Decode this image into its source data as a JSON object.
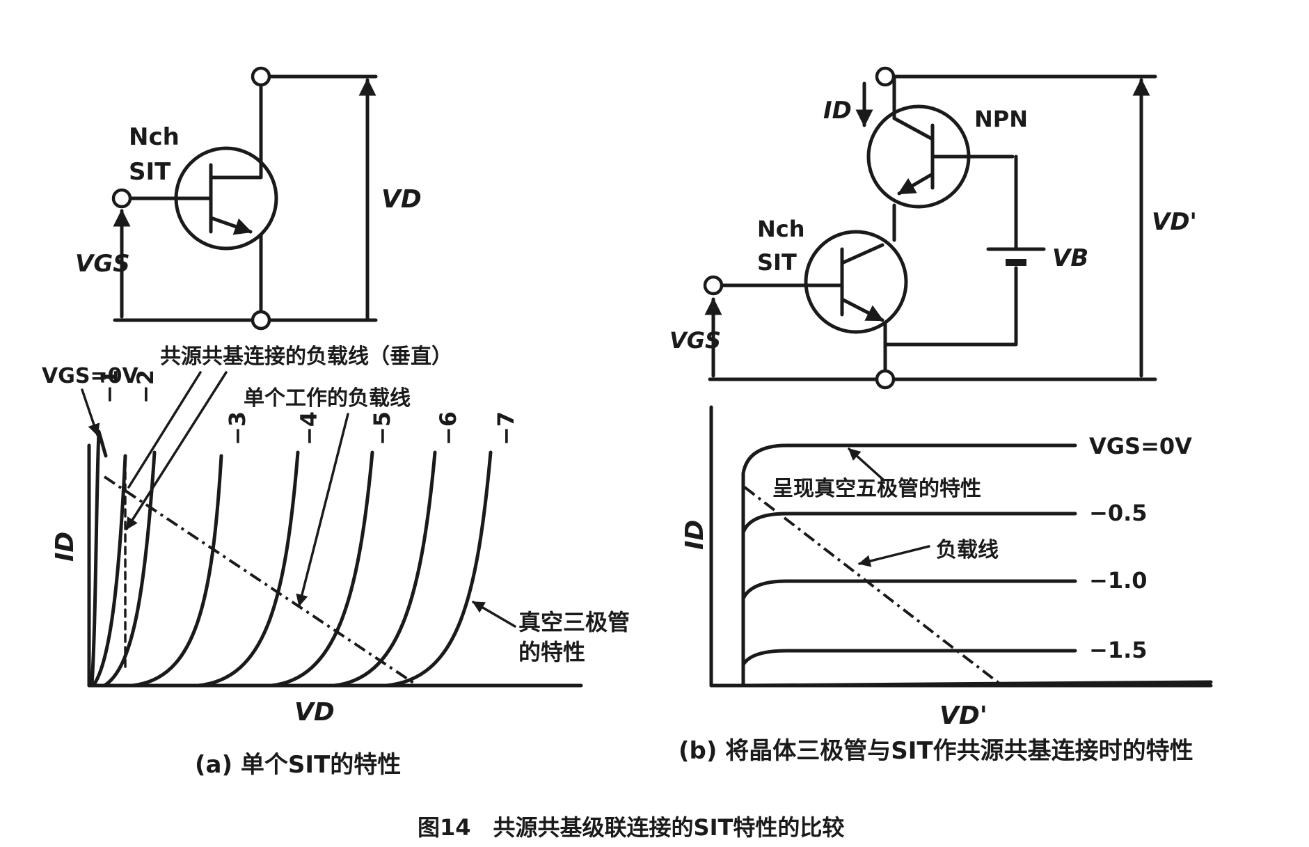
{
  "figure_caption": "图14　共源共基级联连接的SIT特性的比较",
  "panel_a": {
    "caption": "(a) 单个SIT的特性",
    "device_line1": "Nch",
    "device_line2": "SIT",
    "vgs_label": "VGS",
    "vd_label": "VD",
    "id_label": "ID",
    "vgs0_label": "VGS=0V",
    "curve_labels": [
      "−1",
      "−2",
      "−3",
      "−4",
      "−5",
      "−6",
      "−7"
    ],
    "annotations": {
      "cascode_load_line": "共源共基连接的负载线（垂直）",
      "single_load_line": "单个工作的负载线",
      "triode_line1": "真空三极管",
      "triode_line2": "的特性"
    }
  },
  "panel_b": {
    "caption": "(b) 将晶体三极管与SIT作共源共基连接时的特性",
    "id_label": "ID",
    "npn_label": "NPN",
    "device_line1": "Nch",
    "device_line2": "SIT",
    "vb_label": "VB",
    "vd_label": "VD'",
    "vgs_label": "VGS",
    "vgs0_label": "VGS=0V",
    "curve_labels": [
      "−0.5",
      "−1.0",
      "−1.5"
    ],
    "annotations": {
      "pentode": "呈现真空五极管的特性",
      "load_line": "负载线"
    }
  },
  "colors": {
    "ink": "#1a1a1a",
    "background": "#ffffff"
  }
}
